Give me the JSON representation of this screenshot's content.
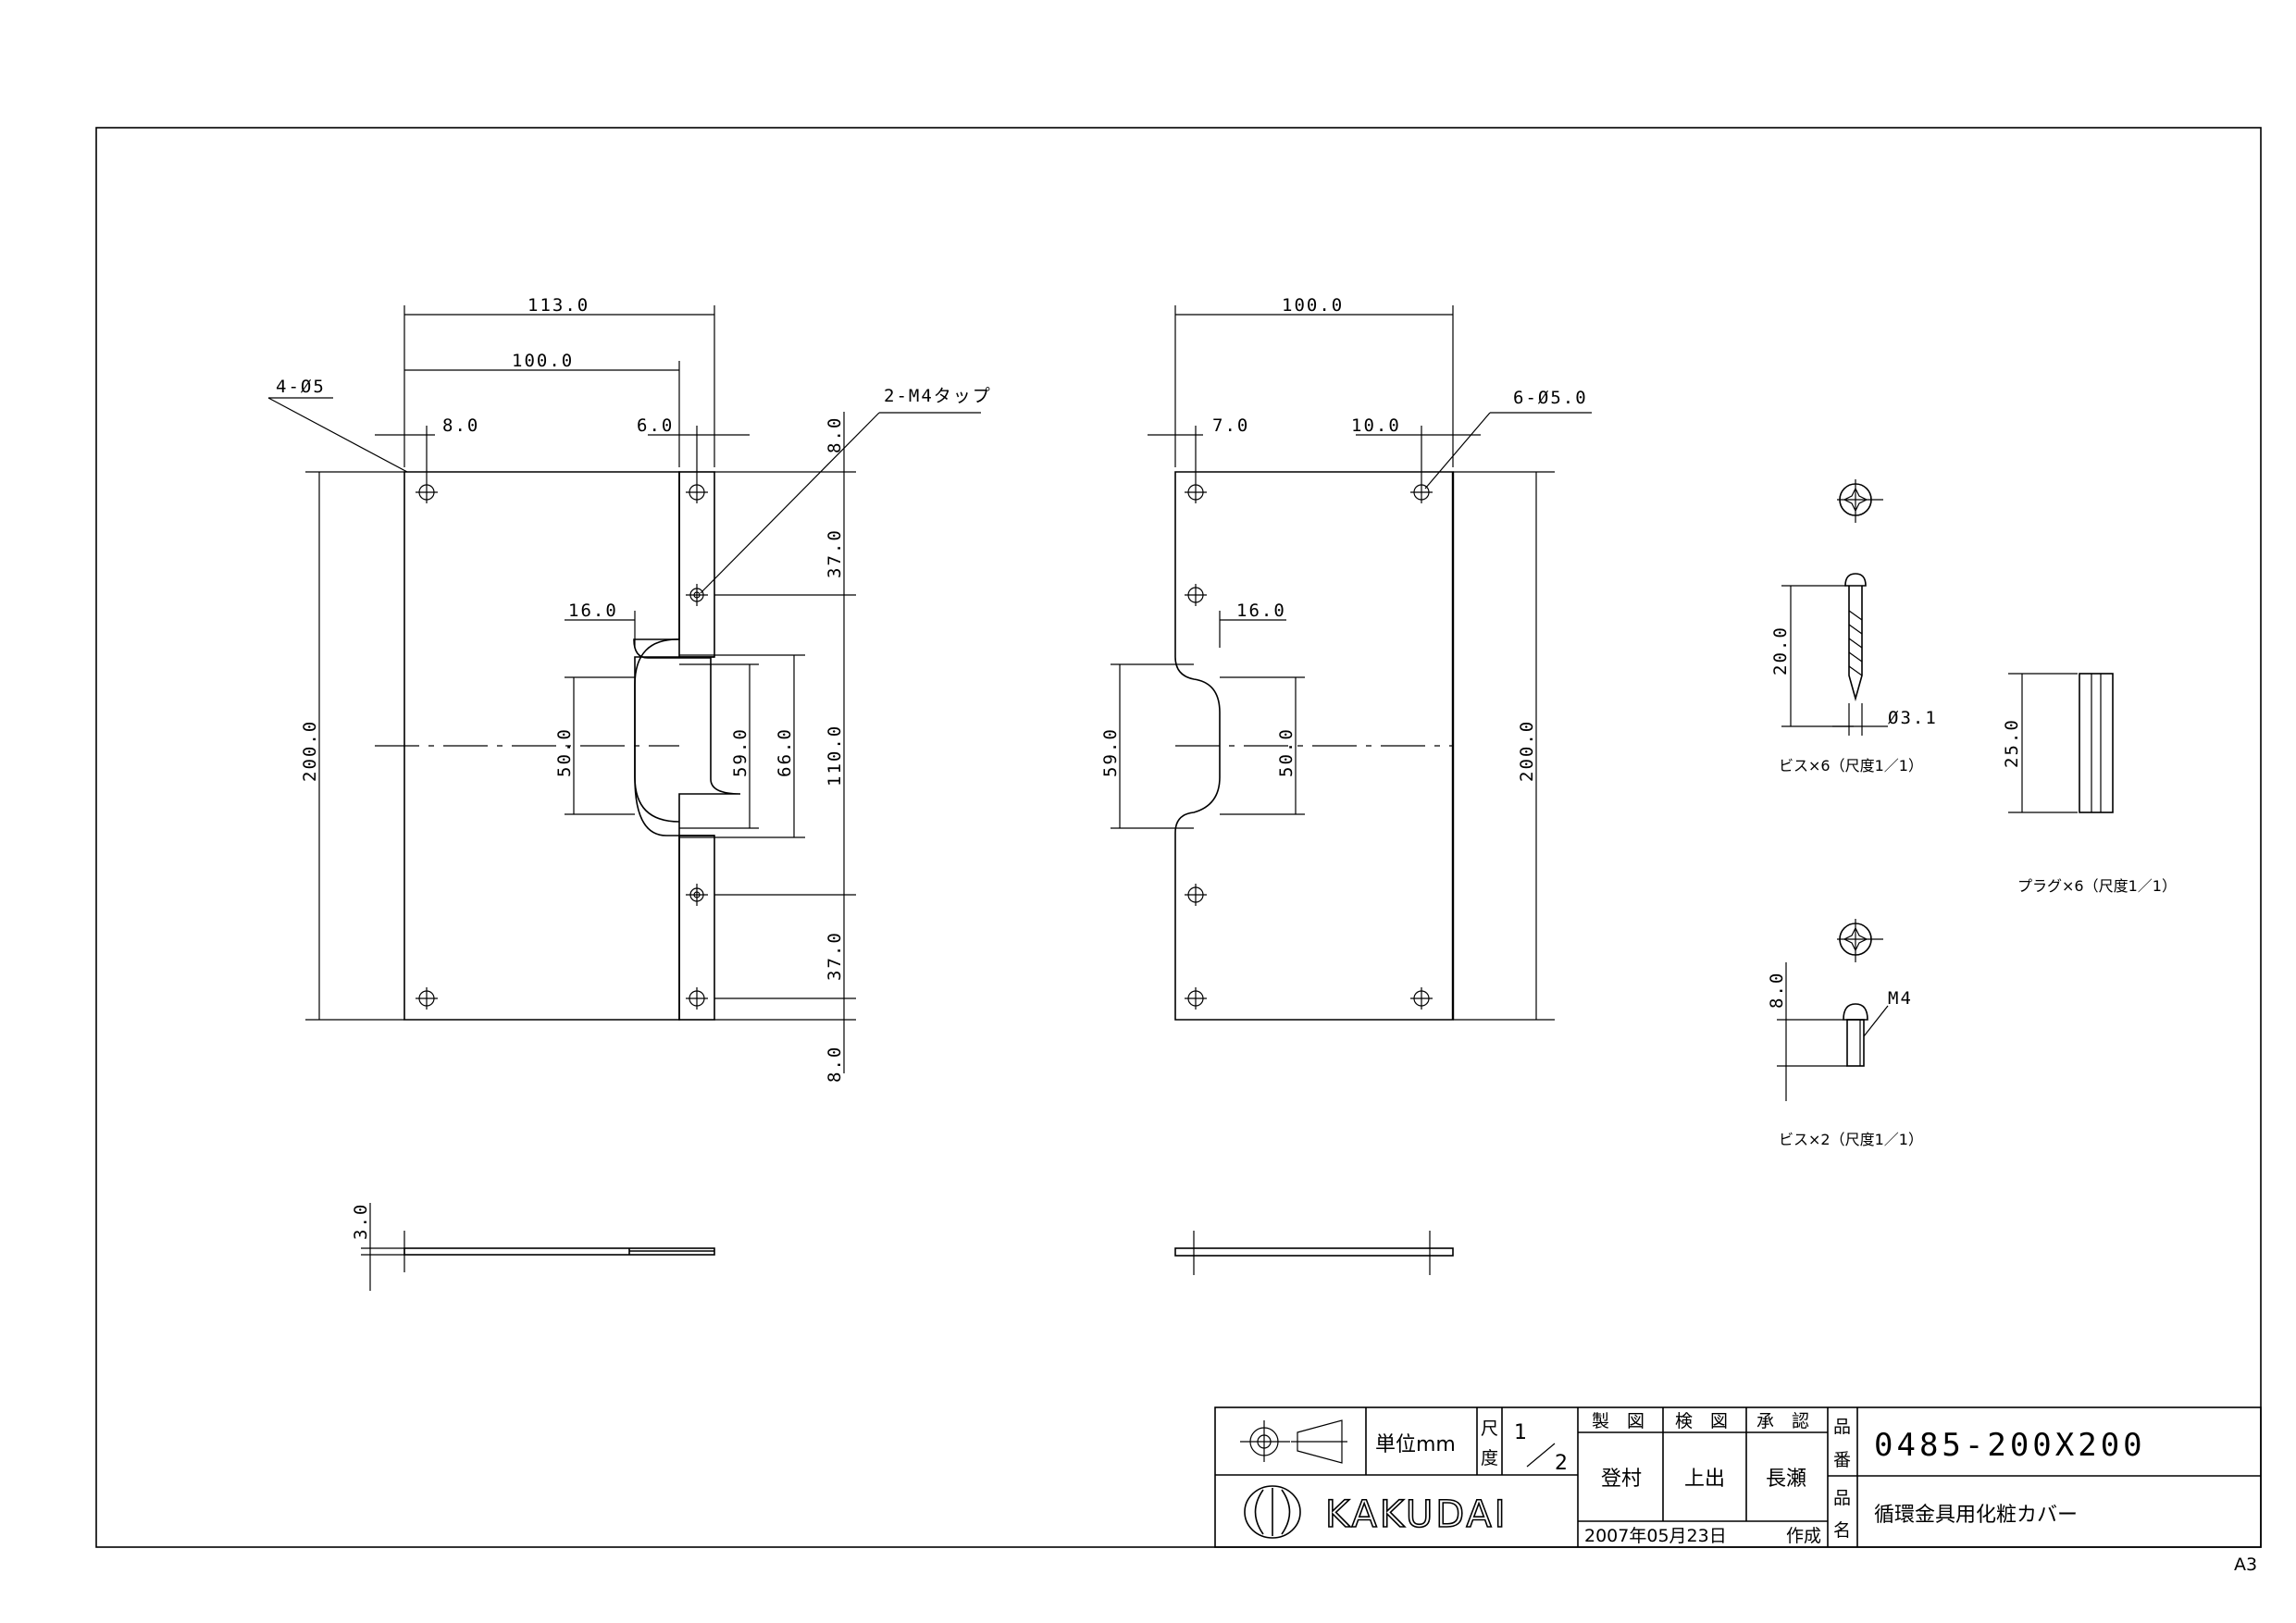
{
  "drawing": {
    "sheet_size": "A3",
    "left_view": {
      "width_total": "113.0",
      "width_hole": "100.0",
      "edge_left": "8.0",
      "edge_right": "6.0",
      "height_total": "200.0",
      "hole_callout": "4-Ø5",
      "tap_callout": "2-M4タップ",
      "tab_top": "8.0",
      "tab_span1": "37.0",
      "tab_mid": "110.0",
      "tab_span2": "37.0",
      "tab_bottom": "8.0",
      "cut_width": "16.0",
      "cut_h1": "50.0",
      "cut_h2": "59.0",
      "cut_h3": "66.0",
      "thickness": "3.0"
    },
    "right_view": {
      "width": "100.0",
      "edge_left": "7.0",
      "edge_right": "10.0",
      "hole_callout": "6-Ø5.0",
      "cut_width": "16.0",
      "cut_h1": "59.0",
      "cut_h2": "50.0",
      "height_total": "200.0"
    },
    "screw_long": {
      "length": "20.0",
      "dia": "Ø3.1",
      "caption": "ビス×6（尺度1／1）"
    },
    "plug": {
      "length": "25.0",
      "caption": "プラグ×6（尺度1／1）"
    },
    "screw_short": {
      "length": "8.0",
      "thread": "M4",
      "caption": "ビス×2（尺度1／1）"
    }
  },
  "title_block": {
    "unit_label": "単位mm",
    "scale_label_1": "尺",
    "scale_label_2": "度",
    "scale_num": "1",
    "scale_den": "2",
    "made_label": "製　図",
    "check_label": "検　図",
    "approve_label": "承　認",
    "made_by": "登村",
    "checked_by": "上出",
    "approved_by": "長瀬",
    "date": "2007年05月23日",
    "date_suffix": "作成",
    "part_no_label_1": "品",
    "part_no_label_2": "番",
    "part_name_label_1": "品",
    "part_name_label_2": "名",
    "part_no": "0485-200X200",
    "part_name": "循環金具用化粧カバー",
    "company": "KAKUDAI"
  }
}
